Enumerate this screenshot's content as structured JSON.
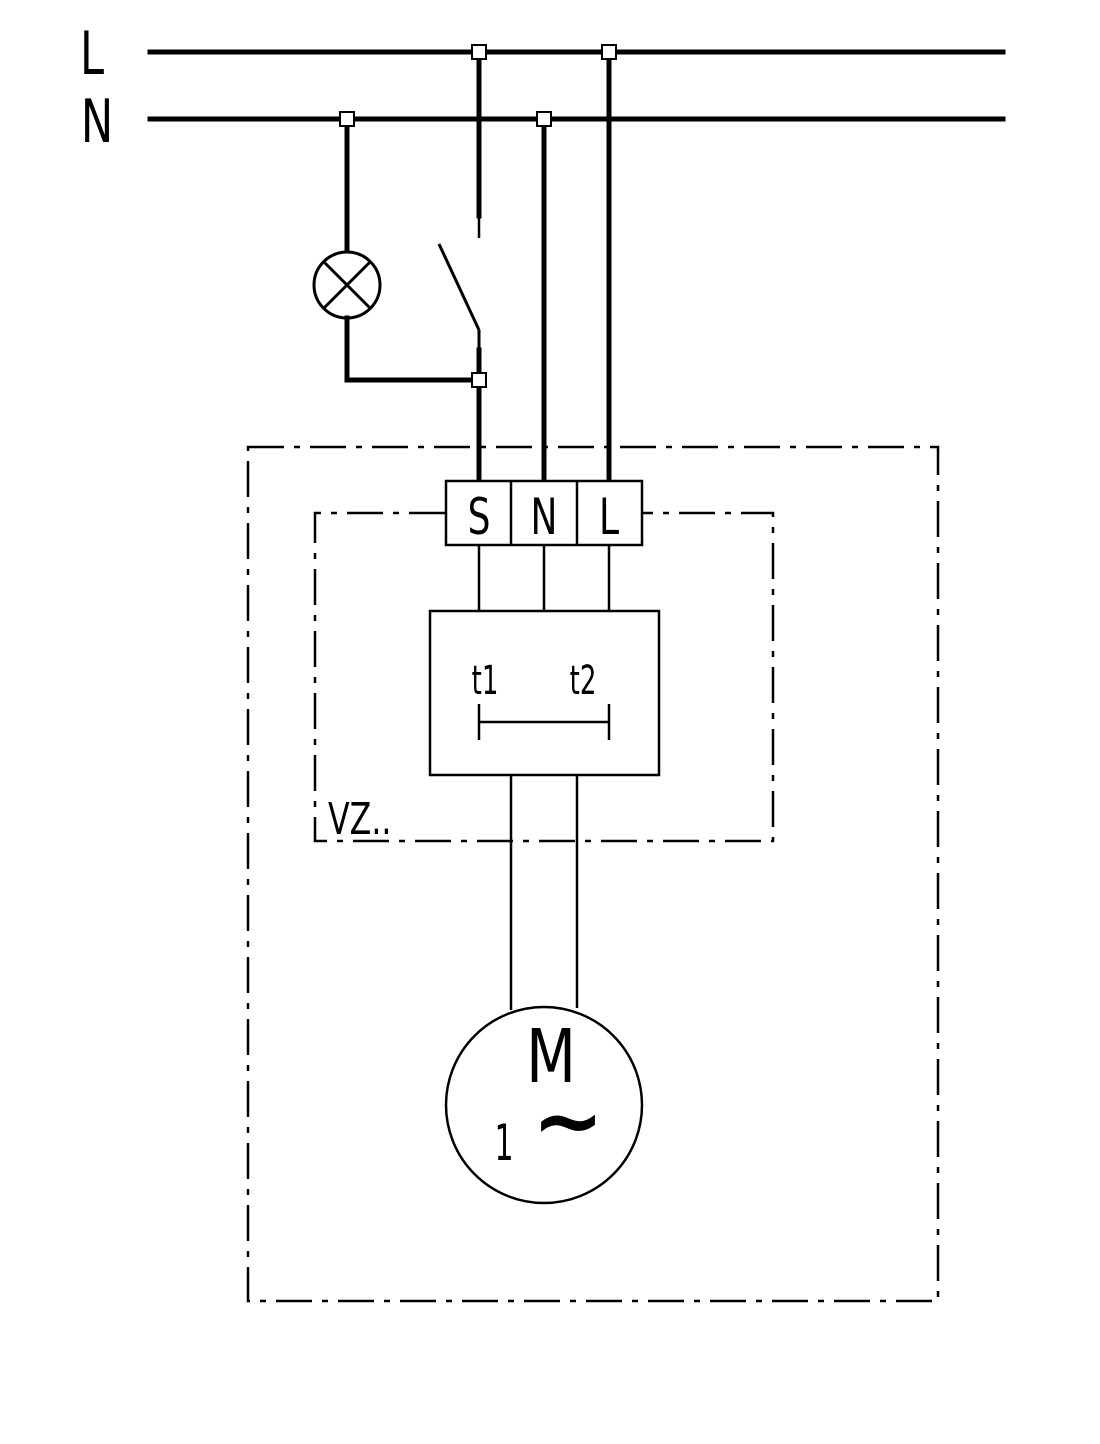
{
  "rails": {
    "live": "L",
    "neutral": "N"
  },
  "terminal_block": {
    "switched": "S",
    "neutral": "N",
    "live": "L"
  },
  "timer": {
    "t1": "t1",
    "t2": "t2"
  },
  "module_label": "VZ..",
  "motor": {
    "symbol": "M",
    "phase": "1",
    "ac_symbol": "~"
  },
  "colors": {
    "line": "#000000",
    "background": "#ffffff"
  }
}
